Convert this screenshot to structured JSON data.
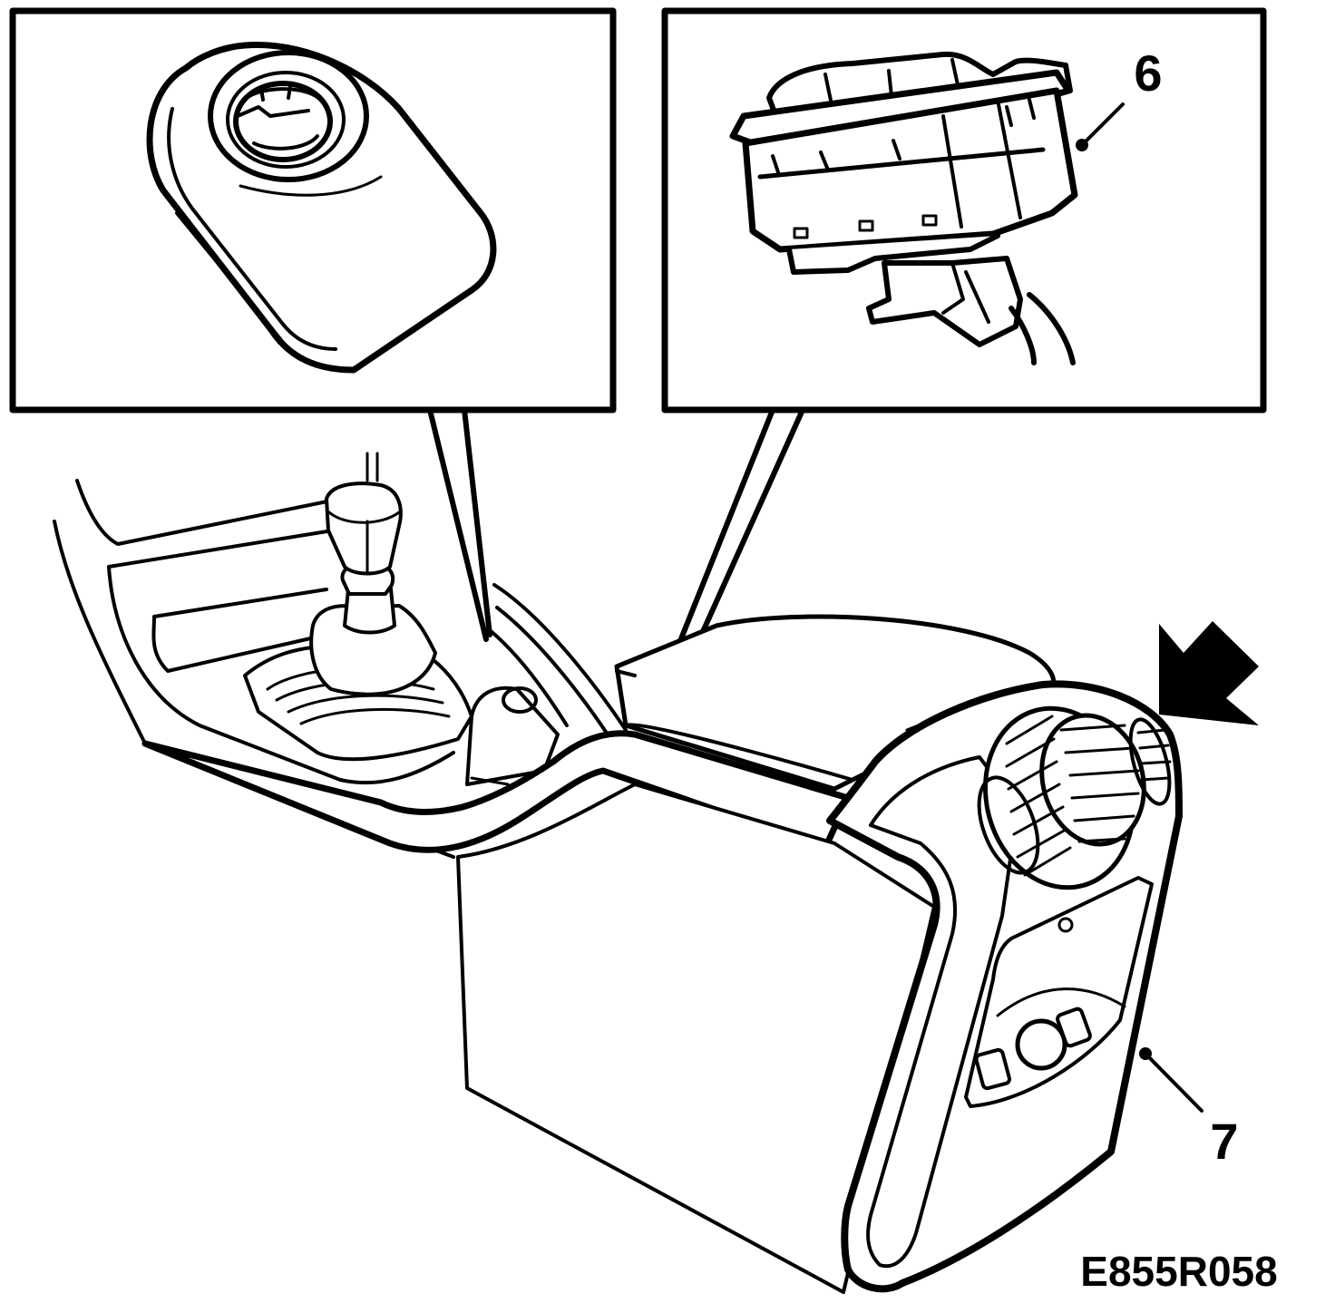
{
  "callouts": {
    "switch": "6",
    "console": "7"
  },
  "figure_id": "E855R058",
  "colors": {
    "line": "#000000",
    "paper": "#ffffff"
  },
  "icons": {
    "view_direction": "arrow-down-left-icon"
  }
}
